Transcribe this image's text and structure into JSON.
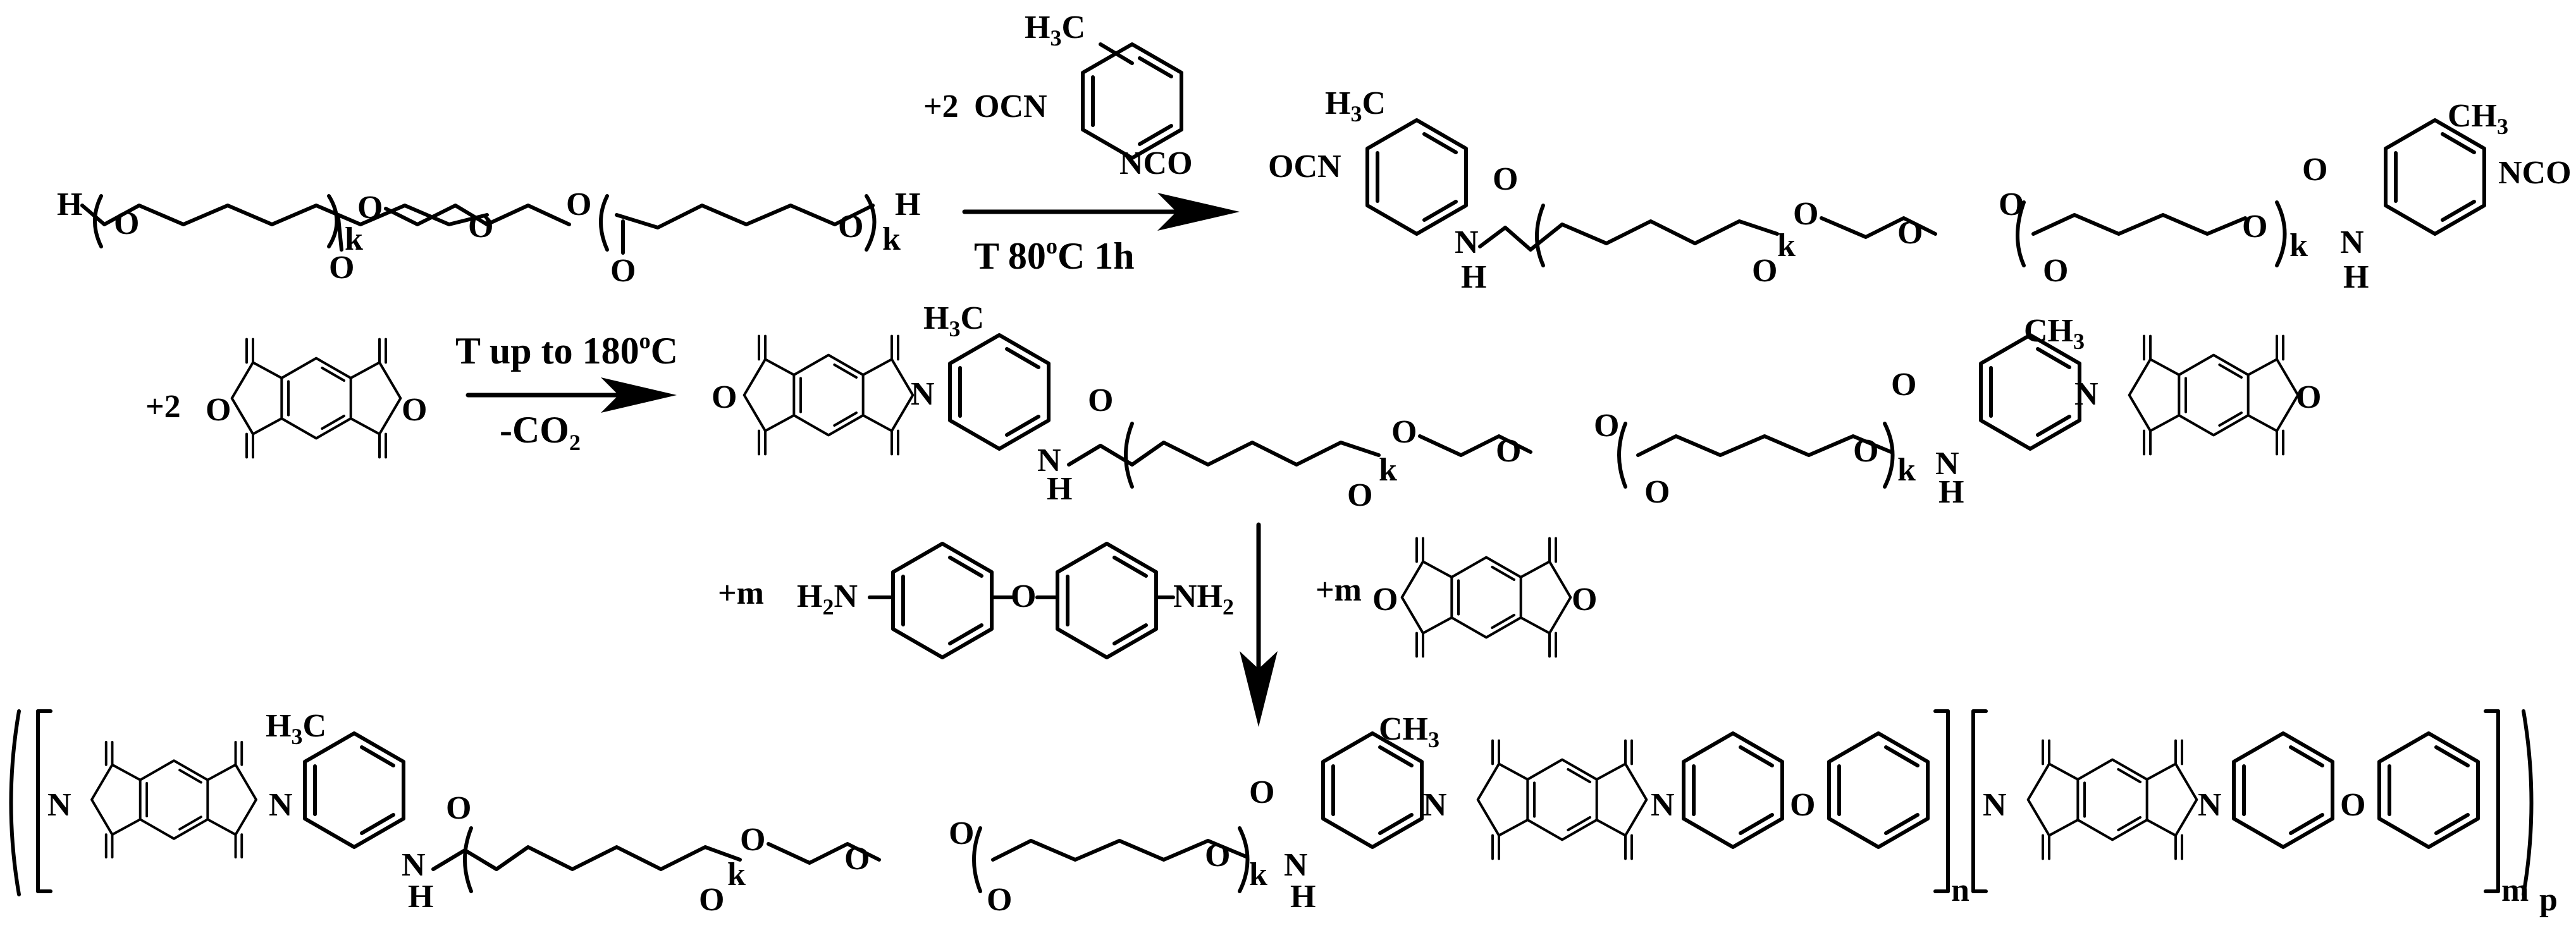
{
  "colors": {
    "ink": "#000000",
    "background": "#ffffff"
  },
  "reagents": {
    "diisocyanate_coefficient": "+2",
    "dianhydride_coefficient": "+2",
    "diamine_coefficient": "+m",
    "dianhydride2_coefficient": "+m"
  },
  "atoms": {
    "O": "O",
    "N": "N",
    "H": "H",
    "C": "C",
    "OCN": "OCN",
    "NCO": "NCO",
    "CH": "CH",
    "NH": "NH"
  },
  "subscripts": {
    "k": "k",
    "n": "n",
    "m": "m",
    "p": "p",
    "two": "2",
    "three": "3"
  },
  "arrows": {
    "step1": {
      "line1": "T 80",
      "deg": "o",
      "line1_end": "C 1h"
    },
    "step2": {
      "line1": "T up to 180",
      "deg": "o",
      "line1_end": "C",
      "line2": "-CO",
      "line2_sub": "2"
    }
  }
}
